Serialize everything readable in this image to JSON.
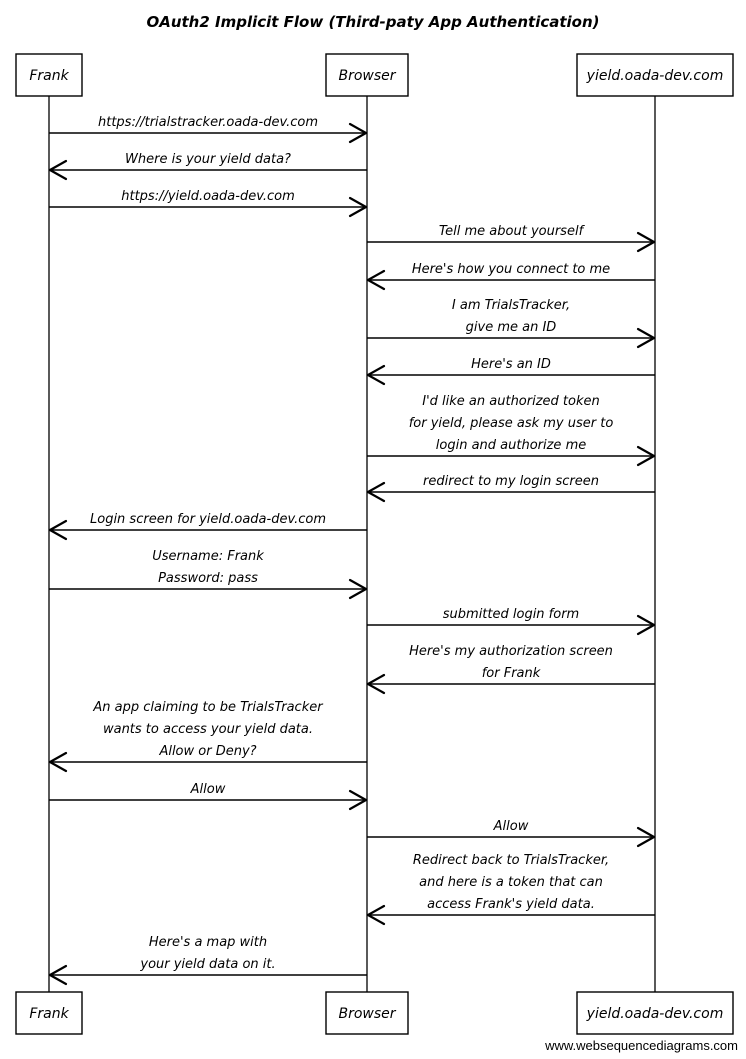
{
  "title": "OAuth2 Implicit Flow (Third-paty App Authentication)",
  "watermark": "www.websequencediagrams.com",
  "participants": [
    {
      "id": "frank",
      "label": "Frank"
    },
    {
      "id": "browser",
      "label": "Browser"
    },
    {
      "id": "yield",
      "label": "yield.oada-dev.com"
    }
  ],
  "messages": [
    {
      "from": "frank",
      "to": "browser",
      "lines": [
        "https://trialstracker.oada-dev.com"
      ]
    },
    {
      "from": "browser",
      "to": "frank",
      "lines": [
        "Where is your yield data?"
      ]
    },
    {
      "from": "frank",
      "to": "browser",
      "lines": [
        "https://yield.oada-dev.com"
      ]
    },
    {
      "from": "browser",
      "to": "yield",
      "lines": [
        "Tell me about yourself"
      ]
    },
    {
      "from": "yield",
      "to": "browser",
      "lines": [
        "Here's how you connect to me"
      ]
    },
    {
      "from": "browser",
      "to": "yield",
      "lines": [
        "I am TrialsTracker,",
        "give me an ID"
      ]
    },
    {
      "from": "yield",
      "to": "browser",
      "lines": [
        "Here's an ID"
      ]
    },
    {
      "from": "browser",
      "to": "yield",
      "lines": [
        "I'd like an authorized token",
        "for yield, please ask my user to",
        "login and authorize me"
      ]
    },
    {
      "from": "yield",
      "to": "browser",
      "lines": [
        "redirect to my login screen"
      ]
    },
    {
      "from": "browser",
      "to": "frank",
      "lines": [
        "Login screen for yield.oada-dev.com"
      ]
    },
    {
      "from": "frank",
      "to": "browser",
      "lines": [
        "Username: Frank",
        "Password: pass"
      ]
    },
    {
      "from": "browser",
      "to": "yield",
      "lines": [
        "submitted login form"
      ]
    },
    {
      "from": "yield",
      "to": "browser",
      "lines": [
        "Here's my authorization screen",
        "for Frank"
      ]
    },
    {
      "from": "browser",
      "to": "frank",
      "lines": [
        "An app claiming to be TrialsTracker",
        "wants to access your yield data.",
        "Allow or Deny?"
      ]
    },
    {
      "from": "frank",
      "to": "browser",
      "lines": [
        "Allow"
      ]
    },
    {
      "from": "browser",
      "to": "yield",
      "lines": [
        "Allow"
      ]
    },
    {
      "from": "yield",
      "to": "browser",
      "lines": [
        "Redirect back to TrialsTracker,",
        "and here is a token that can",
        "access Frank's yield data."
      ]
    },
    {
      "from": "browser",
      "to": "frank",
      "lines": [
        "Here's a map with",
        "your yield data on it."
      ]
    }
  ]
}
